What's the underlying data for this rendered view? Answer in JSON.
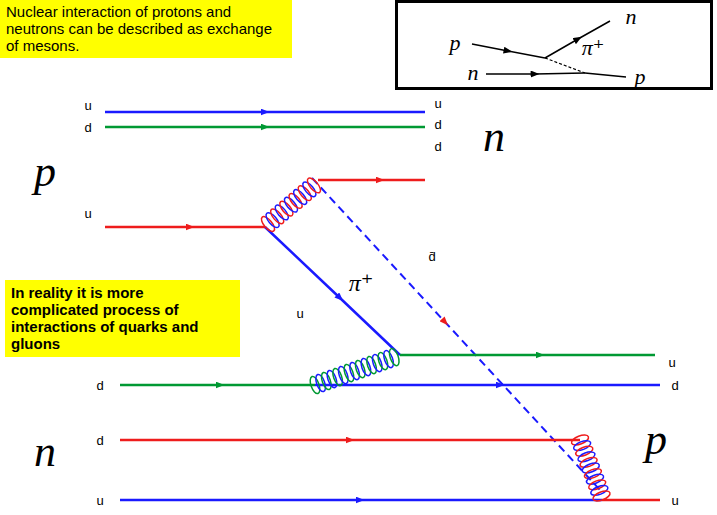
{
  "diagram": {
    "nodes": [
      {
        "text": [
          "Nuclear interaction of protons and neutrons can be described as exchange of mesons."
        ]
      },
      {
        "text": [
          "p",
          "n",
          "π⁺",
          "n",
          "p"
        ]
      },
      {
        "text": [
          "In reality it is more complicated process of interactions of quarks and gluons"
        ]
      }
    ],
    "labels": [
      "u",
      "d",
      "u",
      "p",
      "u",
      "d",
      "d",
      "n",
      "d̄",
      "π⁺",
      "u",
      "u",
      "d",
      "p",
      "d",
      "d",
      "u",
      "n",
      "u"
    ]
  }
}
